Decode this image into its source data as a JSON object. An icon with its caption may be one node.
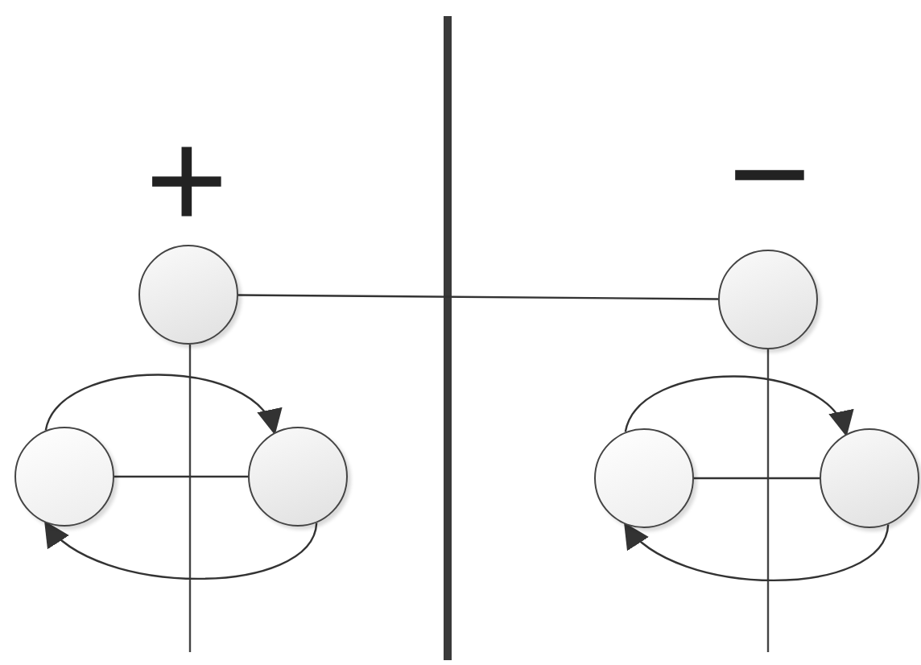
{
  "diagram": {
    "nodes": [
      {
        "text": [],
        "shape": "circle"
      },
      {
        "text": [],
        "shape": "circle"
      },
      {
        "text": [],
        "shape": "circle"
      },
      {
        "text": [],
        "shape": "circle"
      },
      {
        "text": [],
        "shape": "circle"
      },
      {
        "text": [],
        "shape": "circle"
      }
    ],
    "edges": [
      {
        "from": 0,
        "to": 3,
        "arrow": "none"
      },
      {
        "from": 1,
        "to": 2,
        "arrow": "none"
      },
      {
        "from": 1,
        "to": 2,
        "arrow": "to"
      },
      {
        "from": 2,
        "to": 1,
        "arrow": "to"
      },
      {
        "from": 4,
        "to": 5,
        "arrow": "none"
      },
      {
        "from": 4,
        "to": 5,
        "arrow": "to"
      },
      {
        "from": 5,
        "to": 4,
        "arrow": "to"
      }
    ],
    "labels": [
      "+",
      "−"
    ]
  }
}
